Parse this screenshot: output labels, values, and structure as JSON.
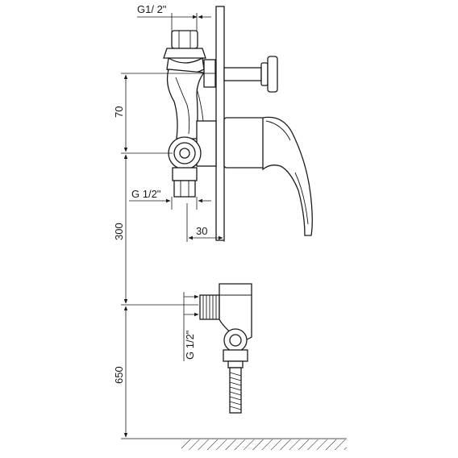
{
  "dimensions": {
    "top_thread": "G1/ 2\"",
    "mid_thread": "G 1/2\"",
    "depth": "30",
    "spacing_70": "70",
    "spacing_300": "300",
    "spacing_650": "650",
    "outlet_thread": "G 1/2\""
  },
  "colors": {
    "line": "#1a1a1a",
    "background": "#ffffff"
  }
}
